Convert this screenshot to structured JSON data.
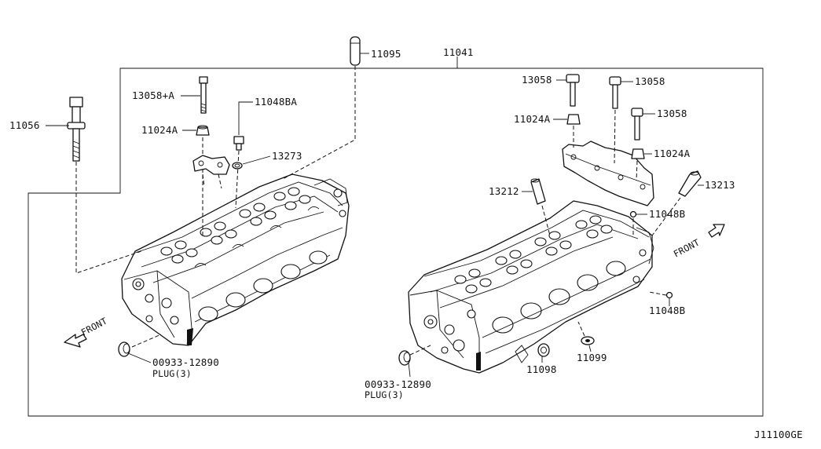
{
  "diagram_id": "J11100GE",
  "callouts": {
    "p11095": "11095",
    "p11041": "11041",
    "p13058a": "13058+A",
    "p11048ba": "11048BA",
    "p11056": "11056",
    "p11024a_left": "11024A",
    "p13273": "13273",
    "p13058_r1": "13058",
    "p13058_r2": "13058",
    "p13058_r3": "13058",
    "p11024a_r1": "11024A",
    "p11024a_r2": "11024A",
    "p13212": "13212",
    "p13213": "13213",
    "p11048b_top": "11048B",
    "p11048b_bottom": "11048B",
    "p11098": "11098",
    "p11099": "11099",
    "plug_left_number": "00933-12890",
    "plug_left_text": "PLUG(3)",
    "plug_right_number": "00933-12890",
    "plug_right_text": "PLUG(3)",
    "front_left": "FRONT",
    "front_right": "FRONT"
  },
  "colors": {
    "line": "#111111",
    "background": "#ffffff"
  }
}
